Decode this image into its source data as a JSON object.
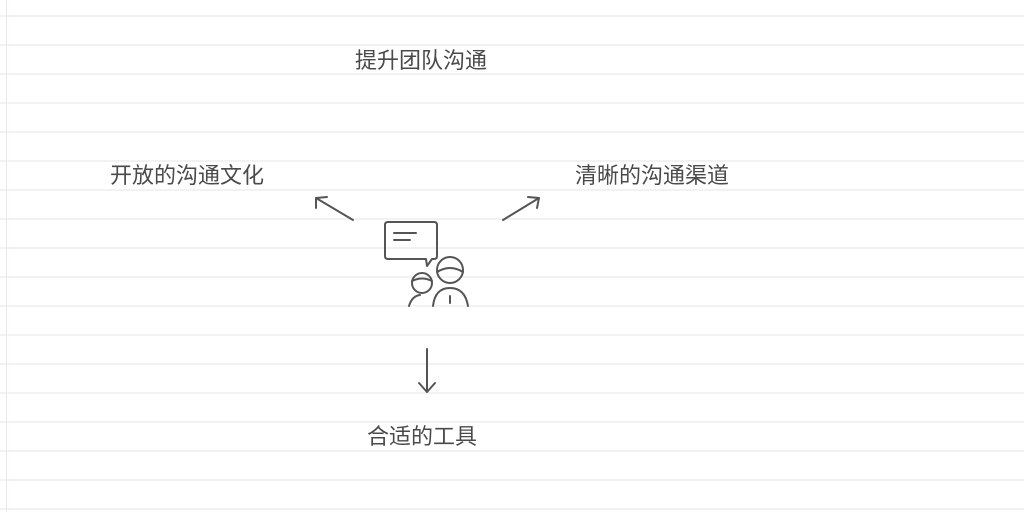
{
  "diagram": {
    "title": "提升团队沟通",
    "branches": [
      {
        "label": "开放的沟通文化",
        "direction": "up-left"
      },
      {
        "label": "清晰的沟通渠道",
        "direction": "up-right"
      },
      {
        "label": "合适的工具",
        "direction": "down"
      }
    ],
    "center_icon": "team-chat-icon"
  },
  "colors": {
    "text": "#4a4a4a",
    "stroke": "#555555",
    "rule_lines": "#f2f2f2",
    "margin_line": "#f6e3e6"
  }
}
